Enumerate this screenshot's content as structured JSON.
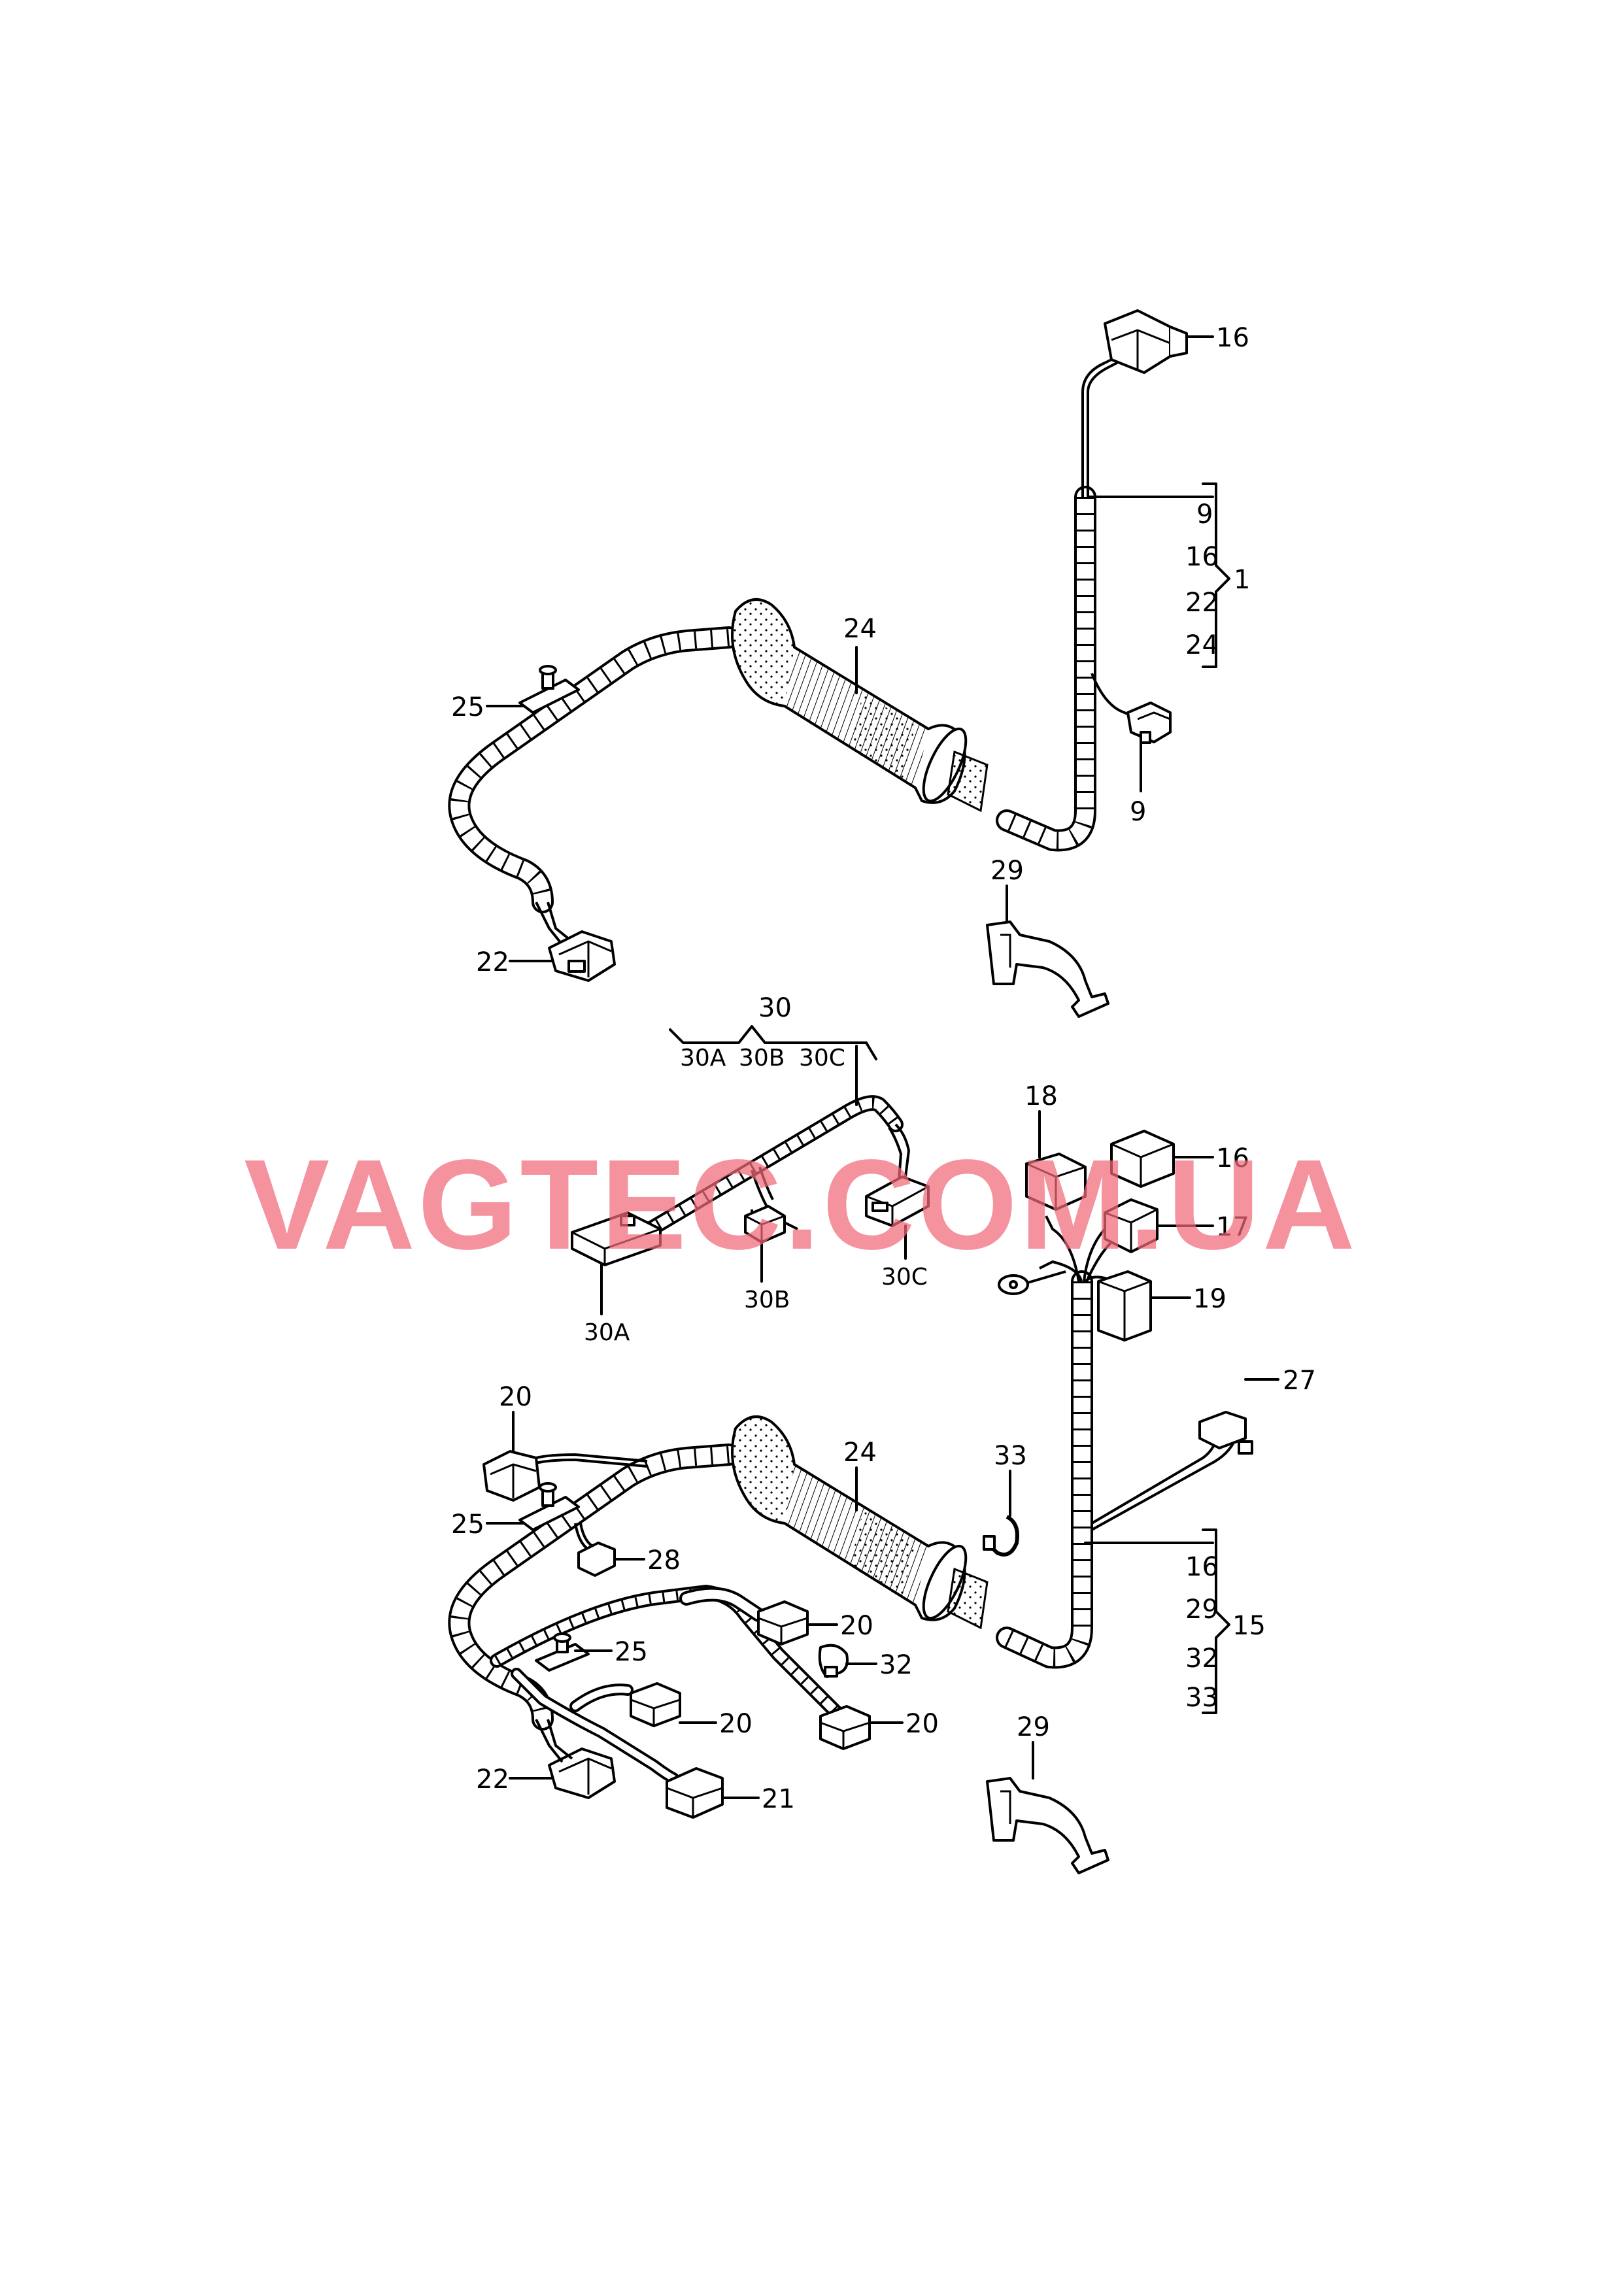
{
  "watermark": "VAGTEC.COM.UA",
  "upper_assembly": {
    "connector_16_label": "16",
    "group_9_label": "9",
    "group_16_label": "16",
    "group_22_label": "22",
    "group_24_label": "24",
    "group_parent_label": "1",
    "sleeve_24_label": "24",
    "clip_25_label": "25",
    "connector_9_label": "9",
    "bracket_29_label": "29",
    "connector_22_label": "22"
  },
  "lower_assembly": {
    "group30_label": "30",
    "sub_30a_label": "30A",
    "sub_30b_label": "30B",
    "sub_30c_label": "30C",
    "conn_30a_label": "30A",
    "conn_30b_label": "30B",
    "conn_30c_label": "30C",
    "connector_18_label": "18",
    "connector_16_label": "16",
    "connector_17_label": "17",
    "connector_19_label": "19",
    "connector_27_label": "27",
    "connector_20_top_label": "20",
    "sleeve_24_label": "24",
    "item_33_label": "33",
    "clip_25_a_label": "25",
    "connector_28_label": "28",
    "group_16_label": "16",
    "group_29_label": "29",
    "group_32_label": "32",
    "group_33_label": "33",
    "group_parent_label": "15",
    "connector_20_mid_label": "20",
    "clip_25_b_label": "25",
    "item_32_label": "32",
    "connector_20_low_label": "20",
    "connector_20_right_label": "20",
    "connector_22_label": "22",
    "connector_21_label": "21",
    "bracket_29_label": "29"
  }
}
